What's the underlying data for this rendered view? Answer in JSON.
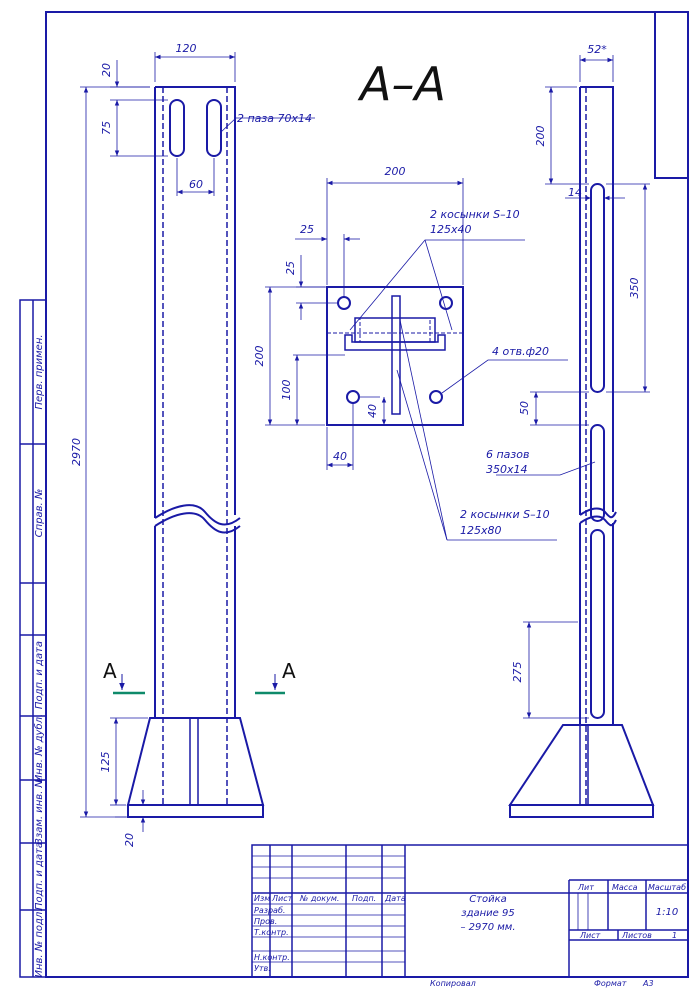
{
  "section_title": "A–A",
  "section_marker": "A",
  "dims": {
    "w120": "120",
    "d20top": "20",
    "d75": "75",
    "d60": "60",
    "d2970": "2970",
    "d125": "125",
    "d20bot": "20",
    "plate200w": "200",
    "d25h": "25",
    "d25v": "25",
    "plate200h": "200",
    "d100": "100",
    "d40a": "40",
    "d40b": "40",
    "r52": "52*",
    "r200": "200",
    "r14": "14",
    "r350": "350",
    "r50": "50",
    "r275": "275"
  },
  "notes": {
    "slots2": "2 паза 70х14",
    "gussets1_l1": "2 косынки S–10",
    "gussets1_l2": "125х40",
    "holes": "4 отв.ф20",
    "slots6_l1": "6 пазов",
    "slots6_l2": "350х14",
    "gussets2_l1": "2 косынки S–10",
    "gussets2_l2": "125х80"
  },
  "side_labels": [
    "Перв. примен.",
    "Справ. №",
    "Подп. и дата",
    "Инв. № дубл.",
    "Взам. инв. №",
    "Подп. и дата",
    "Инв. № подл."
  ],
  "title_block": {
    "name_l1": "Стойка",
    "name_l2": "здание 95",
    "name_l3": "– 2970 мм.",
    "lit": "Лит",
    "mass": "Масса",
    "scale_label": "Масштаб",
    "scale_value": "1:10",
    "sheet": "Лист",
    "sheets": "Листов",
    "sheets_count": "1",
    "hdr_izm": "Изм",
    "hdr_list": "Лист",
    "hdr_doc": "№ докум.",
    "hdr_sign": "Подп.",
    "hdr_date": "Дата",
    "razrab": "Разраб.",
    "prov": "Пров.",
    "tkontr": "Т.контр.",
    "nkontr": "Н.контр.",
    "utv": "Утв.",
    "copied": "Копировал",
    "format": "Формат",
    "format_value": "А3"
  }
}
